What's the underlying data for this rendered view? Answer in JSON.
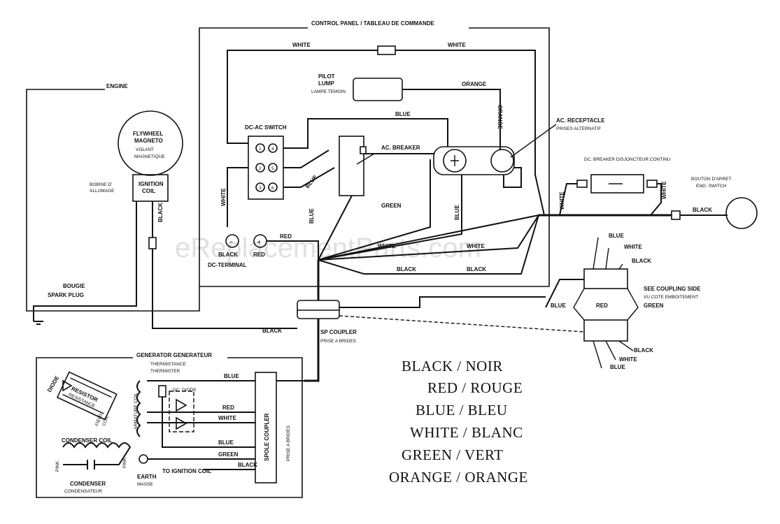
{
  "labels": {
    "control_panel": "CONTROL PANEL / TABLEAU DE COMMANDE",
    "engine": "ENGINE",
    "flywheel_1": "FLYWHEEL",
    "flywheel_2": "MAGNETO",
    "flywheel_3": "VOLANT",
    "flywheel_4": "MAGNETIQUE",
    "bobine_1": "BOBINE D'",
    "bobine_2": "ALLUMAGE",
    "ignition_1": "IGNITION",
    "ignition_2": "COIL",
    "bougie": "BOUGIE",
    "spark_plug": "SPARK PLUG",
    "pilot_1": "PILOT",
    "pilot_2": "LUMP",
    "pilot_3": "LAMPE TEMOIN",
    "dc_ac_switch": "DC-AC SWITCH",
    "ac_breaker": "AC. BREAKER",
    "ac_receptacle_1": "AC. RECEPTACLE",
    "ac_receptacle_2": "PRISES ALTERNATIF",
    "dc_breaker": "DC. BREAKER DISJONCTEUR CONTINU",
    "bouton_1": "BOUTON D'ARRET",
    "bouton_2": "ENG. SWITCH",
    "dc_terminal": "DC-TERMINAL",
    "minus": "−",
    "plus": "+",
    "sp_coupler_1": "SP COUPLER",
    "sp_coupler_2": "PRISE A BRIDES",
    "see_coupling_1": "SEE COUPLING SIDE",
    "see_coupling_2": "VU COTE EMBOITEMENT",
    "generator": "GENERATOR GENERATEUR",
    "thermistance_1": "THERMISTANCE",
    "thermistance_2": "THERMISTER",
    "diode": "DIODE",
    "resistor_1": "RESISTOR",
    "resistor_2": "RESISTANCE",
    "field_coil_1": "FIELD",
    "field_coil_2": "COIL",
    "armature_coil": "ARMATURE COIL",
    "dc_diode": "DC. DIODE",
    "condenser_coil": "CONDENSER COIL",
    "condenser_1": "CONDENSER",
    "condenser_2": "CONDENSATEUR",
    "earth_1": "EARTH",
    "earth_2": "MASSE",
    "to_ignition": "TO IGNITION COIL",
    "spole_1": "SPOLE COUPLER",
    "spole_2": "PRISE A BRIDES",
    "sw_1": "1",
    "sw_2": "2",
    "sw_3": "3",
    "sw_4": "4",
    "sw_5": "5",
    "sw_6": "6"
  },
  "wires": {
    "white": "WHITE",
    "black": "BLACK",
    "red": "RED",
    "blue": "BLUE",
    "green": "GREEN",
    "orange": "ORANGE",
    "pink": "PINK"
  },
  "legend": [
    "BLACK / NOIR",
    "RED / ROUGE",
    "BLUE / BLEU",
    "WHITE / BLANC",
    "GREEN / VERT",
    "ORANGE / ORANGE"
  ],
  "watermark": "eReplacementParts.com"
}
